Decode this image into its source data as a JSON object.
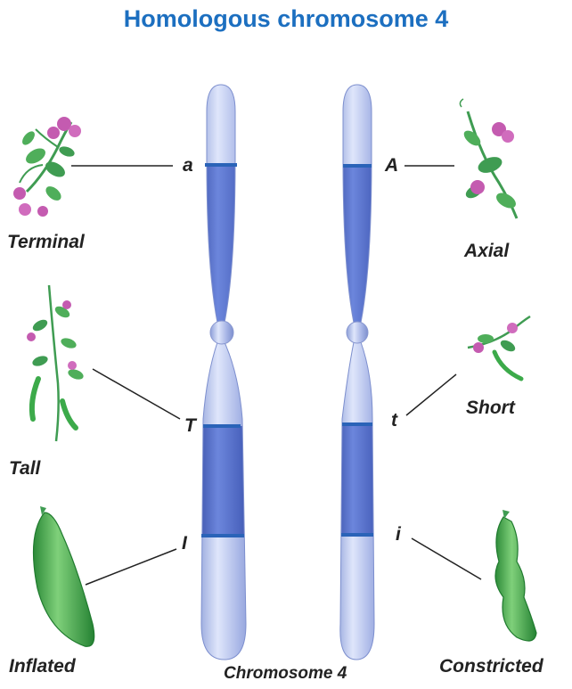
{
  "title": "Homologous chromosome 4",
  "caption": "Chromosome 4",
  "left_chromosome": {
    "alleles": [
      "a",
      "T",
      "I"
    ],
    "traits": [
      "Terminal",
      "Tall",
      "Inflated"
    ]
  },
  "right_chromosome": {
    "alleles": [
      "A",
      "t",
      "i"
    ],
    "traits": [
      "Axial",
      "Short",
      "Constricted"
    ]
  },
  "colors": {
    "title": "#1c6fc0",
    "chromosome_light": "#a9b7e4",
    "chromosome_dark": "#5068c2",
    "band": "#2a63b8",
    "plant_leaf": "#3f9c52",
    "flower": "#c45bb0",
    "pod": "#3caa4a"
  },
  "icons": [
    "flowering-plant-icon",
    "pea-pod-icon"
  ]
}
